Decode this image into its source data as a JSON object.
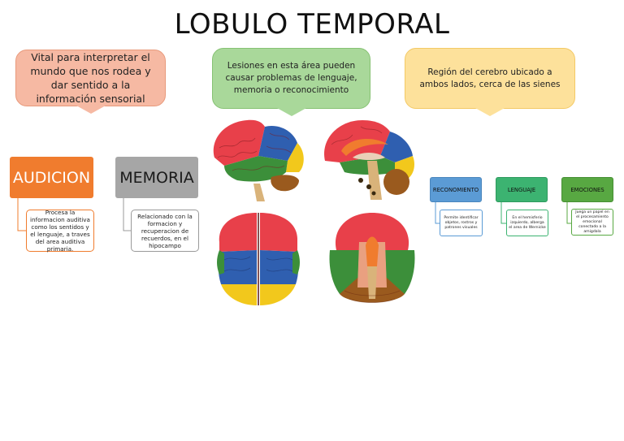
{
  "title": "LOBULO TEMPORAL",
  "bubbles": {
    "function": "Vital para interpretar el mundo que nos rodea y dar sentido a la información sensorial",
    "lesions": "Lesiones en esta área pueden causar problemas de lenguaje, memoria o reconocimiento",
    "location": "Región del cerebro ubicado a ambos lados, cerca de las sienes"
  },
  "audicion": {
    "label": "AUDICION",
    "note": "Procesa la informacion auditiva como los sentidos y el lenguaje, a traves del area auditiva primaria."
  },
  "memoria": {
    "label": "MEMORIA",
    "note": "Relacionado con la formacion y recuperacion de recuerdos, en el hipocampo"
  },
  "reconocimiento": {
    "label": "RECONOMIENTO",
    "note": "Permite identificar objetos, rostros y patrones visuales"
  },
  "lenguaje": {
    "label": "LENGUAJE",
    "note": "En el hemisferio izquierdo, alberga el area de Wernicke"
  },
  "emociones": {
    "label": "EMOCIONES",
    "note": "Juega un papel en el procesamiento emocional conectado a la amigdala"
  },
  "colors": {
    "frontal": "#e8404a",
    "parietal": "#2f5fb0",
    "occipital": "#f2c81c",
    "temporal": "#3c8f3a",
    "cerebellum": "#9a5a1e",
    "orange": "#f07c2e"
  }
}
